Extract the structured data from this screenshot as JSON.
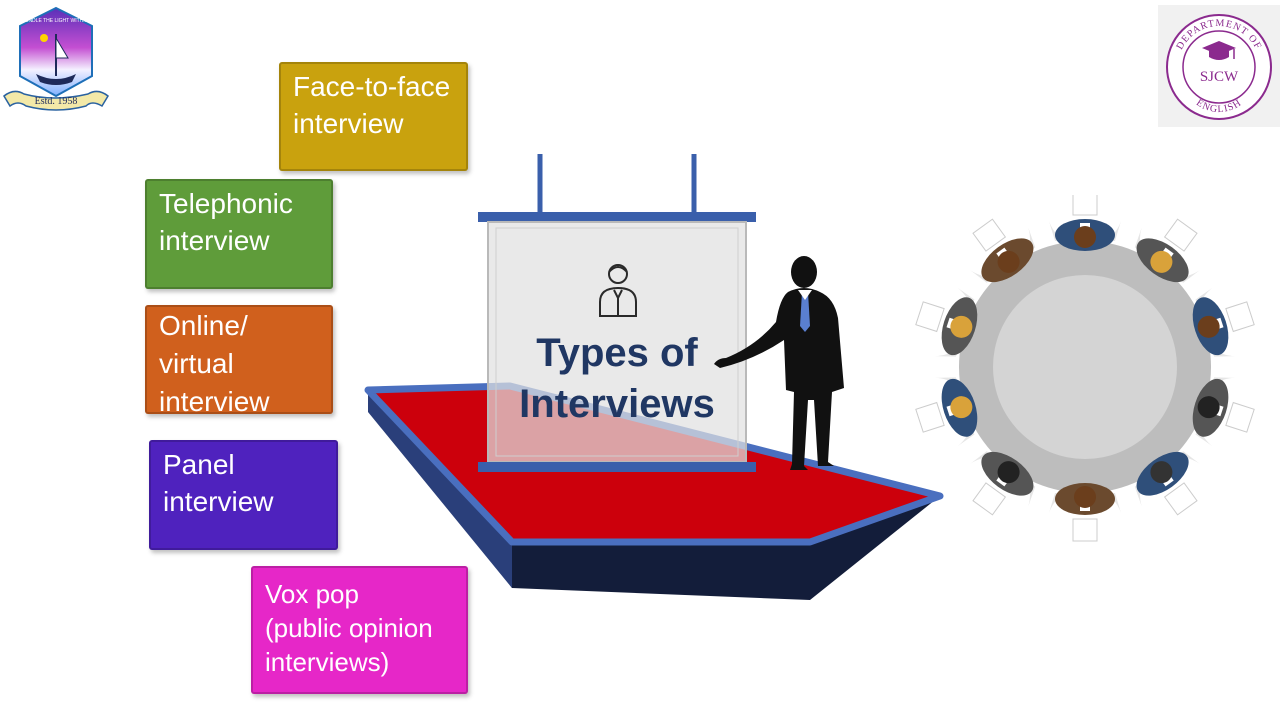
{
  "boxes": {
    "face_to_face": [
      "Face-to-face",
      "interview"
    ],
    "telephonic": [
      "Telephonic",
      "interview"
    ],
    "online": [
      "Online/",
      "virtual",
      "interview"
    ],
    "panel": [
      "Panel",
      "interview"
    ],
    "vox_pop": [
      "Vox pop",
      "(public opinion",
      "interviews)"
    ]
  },
  "board": {
    "title": [
      "Types of",
      "Interviews"
    ]
  },
  "logos": {
    "left": {
      "motto": "KINDLE THE LIGHT WITHIN",
      "established": "Estd. 1958"
    },
    "right": {
      "top_text": "DEPARTMENT OF",
      "center": "SJCW",
      "bottom_text": "ENGLISH"
    }
  },
  "colors": {
    "face_to_face": "#c9a20e",
    "telephonic": "#5f9c3a",
    "online": "#d0601d",
    "panel": "#4f22be",
    "vox_pop": "#e627c8",
    "title": "#203763",
    "stage_top": "#c8000a",
    "stage_edge": "#4a6fbf",
    "logo_right": "#8b2a8e"
  },
  "icons": [
    "person-icon",
    "presenter-silhouette-icon",
    "round-table-meeting-icon",
    "graduation-cap-icon"
  ]
}
